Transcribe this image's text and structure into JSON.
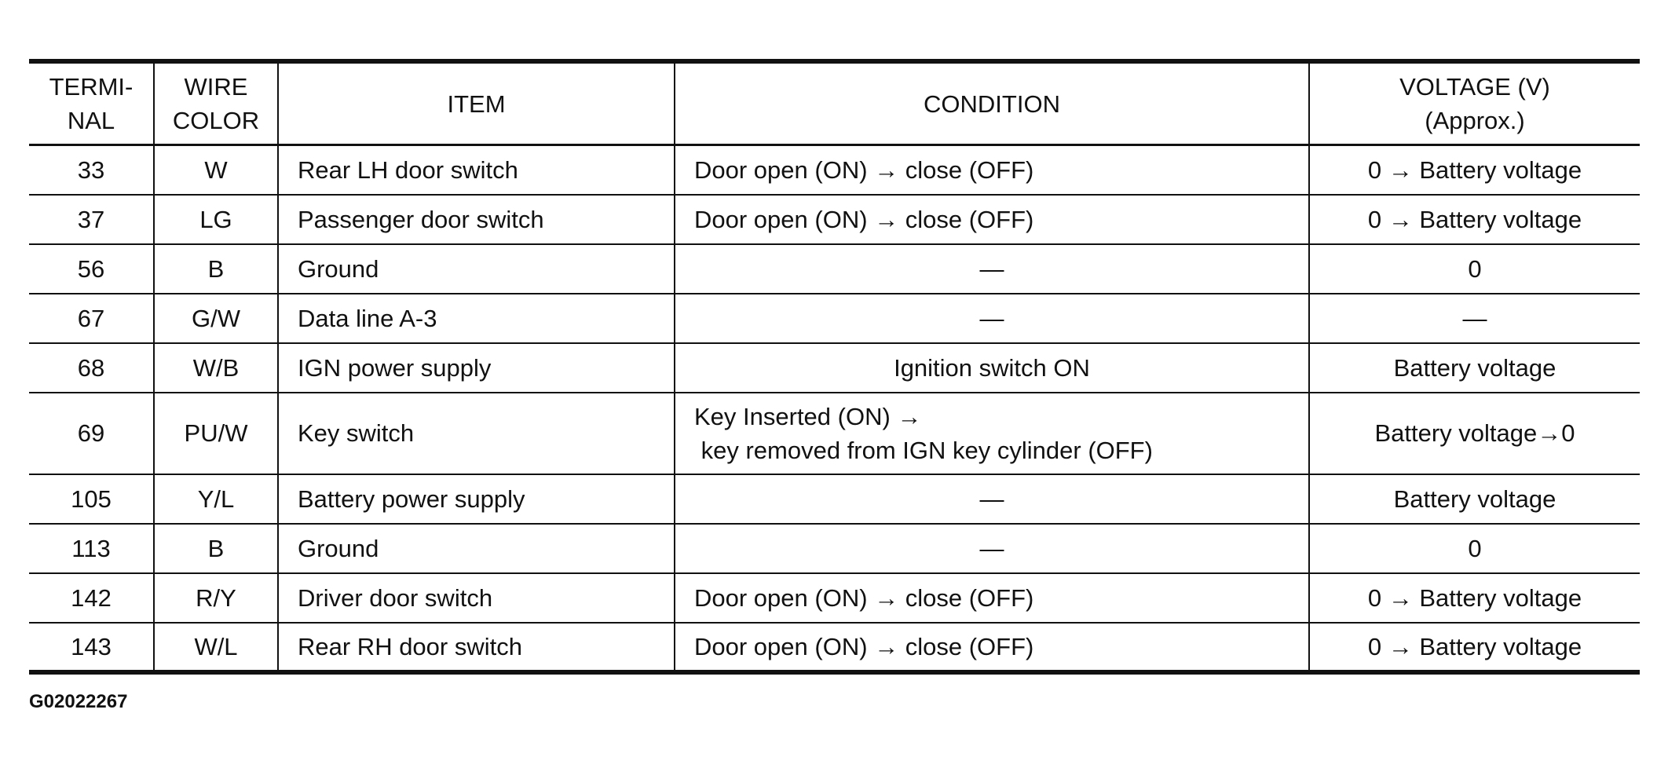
{
  "table": {
    "headers": {
      "terminal": [
        "TERMI-",
        "NAL"
      ],
      "wire_color": [
        "WIRE",
        "COLOR"
      ],
      "item": "ITEM",
      "condition": "CONDITION",
      "voltage": [
        "VOLTAGE (V)",
        "(Approx.)"
      ]
    },
    "rows": [
      {
        "terminal": "33",
        "wire": "W",
        "item": "Rear LH door switch",
        "condition": [
          "Door open (ON) → close (OFF)"
        ],
        "condition_align": "left",
        "voltage": "0 → Battery voltage"
      },
      {
        "terminal": "37",
        "wire": "LG",
        "item": "Passenger door switch",
        "condition": [
          "Door open (ON) → close (OFF)"
        ],
        "condition_align": "left",
        "voltage": "0 → Battery voltage"
      },
      {
        "terminal": "56",
        "wire": "B",
        "item": "Ground",
        "condition": [
          "—"
        ],
        "condition_align": "center",
        "voltage": "0"
      },
      {
        "terminal": "67",
        "wire": "G/W",
        "item": "Data line A-3",
        "condition": [
          "—"
        ],
        "condition_align": "center",
        "voltage": "—"
      },
      {
        "terminal": "68",
        "wire": "W/B",
        "item": "IGN power supply",
        "condition": [
          "Ignition switch ON"
        ],
        "condition_align": "center",
        "voltage": "Battery voltage"
      },
      {
        "terminal": "69",
        "wire": "PU/W",
        "item": "Key switch",
        "condition": [
          "Key Inserted (ON) →",
          " key removed from IGN key cylinder (OFF)"
        ],
        "condition_align": "left",
        "voltage": "Battery voltage→0"
      },
      {
        "terminal": "105",
        "wire": "Y/L",
        "item": "Battery power supply",
        "condition": [
          "—"
        ],
        "condition_align": "center",
        "voltage": "Battery voltage"
      },
      {
        "terminal": "113",
        "wire": "B",
        "item": "Ground",
        "condition": [
          "—"
        ],
        "condition_align": "center",
        "voltage": "0"
      },
      {
        "terminal": "142",
        "wire": "R/Y",
        "item": "Driver door switch",
        "condition": [
          "Door open (ON) → close (OFF)"
        ],
        "condition_align": "left",
        "voltage": "0 → Battery voltage"
      },
      {
        "terminal": "143",
        "wire": "W/L",
        "item": "Rear RH door switch",
        "condition": [
          "Door open (ON) → close (OFF)"
        ],
        "condition_align": "left",
        "voltage": "0 → Battery voltage"
      }
    ]
  },
  "footer": {
    "code": "G02022267"
  }
}
